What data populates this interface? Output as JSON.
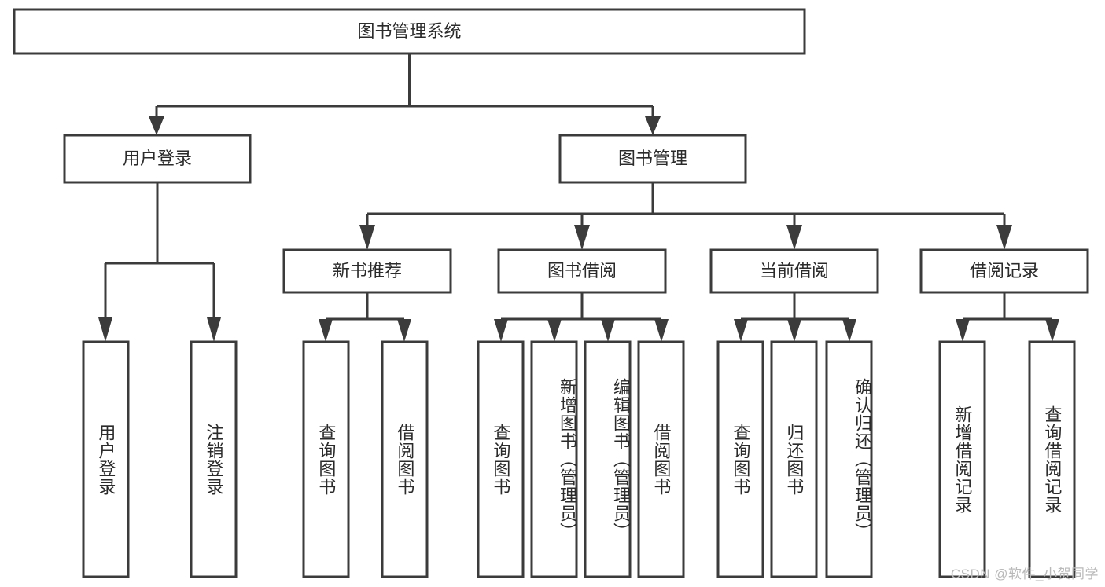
{
  "diagram": {
    "title": "图书管理系统",
    "watermark": "CSDN @软件_小贺同学",
    "colors": {
      "stroke": "#3b3b3b",
      "box_fill": "#ffffff",
      "text": "#2b2b2b",
      "background": "#ffffff",
      "watermark": "#b9b9b9"
    },
    "root": {
      "label": "图书管理系统"
    },
    "level2": [
      {
        "label": "用户登录"
      },
      {
        "label": "图书管理"
      }
    ],
    "level3": [
      {
        "label": "新书推荐"
      },
      {
        "label": "图书借阅"
      },
      {
        "label": "当前借阅"
      },
      {
        "label": "借阅记录"
      }
    ],
    "leaves": {
      "user_login": [
        {
          "label": "用户登录"
        },
        {
          "label": "注销登录"
        }
      ],
      "new_book_recommend": [
        {
          "label": "查询图书"
        },
        {
          "label": "借阅图书"
        }
      ],
      "book_borrow": [
        {
          "label": "查询图书"
        },
        {
          "label": "新增图书（管理员）"
        },
        {
          "label": "编辑图书（管理员）"
        },
        {
          "label": "借阅图书"
        }
      ],
      "current_borrow": [
        {
          "label": "查询图书"
        },
        {
          "label": "归还图书"
        },
        {
          "label": "确认归还（管理员）"
        }
      ],
      "borrow_record": [
        {
          "label": "新增借阅记录"
        },
        {
          "label": "查询借阅记录"
        }
      ]
    }
  }
}
